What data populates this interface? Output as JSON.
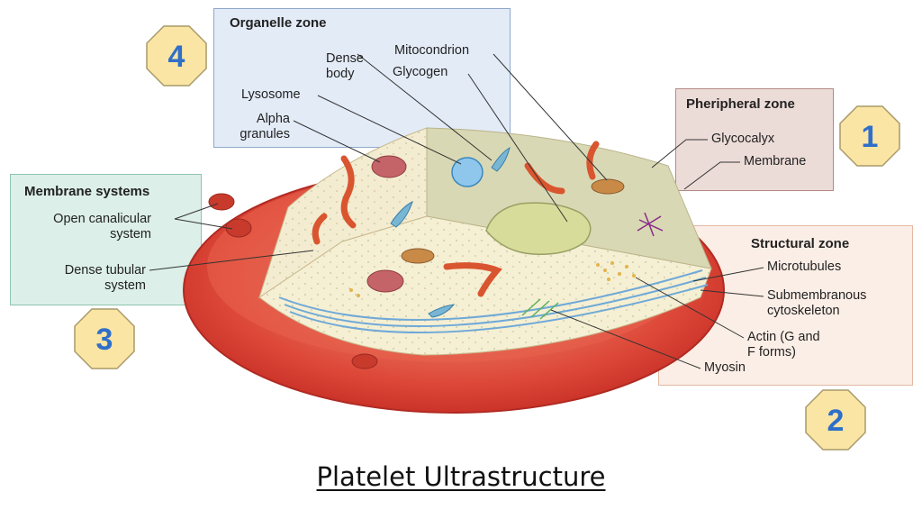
{
  "caption": "Platelet Ultrastructure",
  "colors": {
    "organelle_zone_fill": "#e3ebf7",
    "organelle_zone_border": "#8fa8cc",
    "peripheral_zone_fill": "#ecdcd8",
    "peripheral_zone_border": "#b48a84",
    "membrane_zone_fill": "#dcefe8",
    "membrane_zone_border": "#8ec4ae",
    "structural_zone_fill": "#fbeee6",
    "structural_zone_border": "#e3b9a4",
    "platelet_rim": "#d8392e",
    "cytoplasm": "#f6efd6",
    "badge_fill": "#fbe5a4",
    "badge_number": "#2f6fc9"
  },
  "zones": {
    "organelle": {
      "title": "Organelle zone",
      "badge": "4",
      "labels": {
        "dense_body": "Dense\nbody",
        "mitochondrion": "Mitocondrion",
        "glycogen": "Glycogen",
        "lysosome": "Lysosome",
        "alpha_granules": "Alpha\ngranules"
      }
    },
    "peripheral": {
      "title": "Pheripheral zone",
      "badge": "1",
      "labels": {
        "glycocalyx": "Glycocalyx",
        "membrane": "Membrane"
      }
    },
    "membrane_systems": {
      "title": "Membrane systems",
      "badge": "3",
      "labels": {
        "open_canalicular": "Open canalicular\nsystem",
        "dense_tubular": "Dense tubular\nsystem"
      }
    },
    "structural": {
      "title": "Structural zone",
      "badge": "2",
      "labels": {
        "microtubules": "Microtubules",
        "submembranous": "Submembranous\ncytoskeleton",
        "actin": "Actin (G and\nF forms)",
        "myosin": "Myosin"
      }
    }
  },
  "icons": {
    "zone_badge": "octagon-number-badge"
  }
}
